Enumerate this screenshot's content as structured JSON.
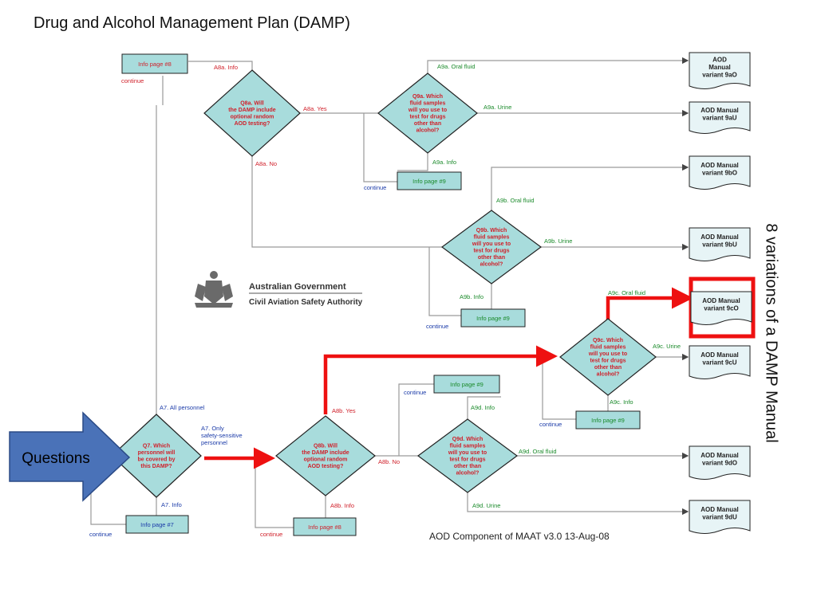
{
  "slide": {
    "title": "Drug and Alcohol Management Plan (DAMP)",
    "side_label": "8 variations of a DAMP Manual",
    "questions_label": "Questions",
    "footer": "AOD Component of MAAT v3.0 13-Aug-08"
  },
  "logo": {
    "line1": "Australian Government",
    "line2": "Civil Aviation Safety Authority"
  },
  "colors": {
    "node_fill": "#a8dcdc",
    "manual_fill": "#e7f4f6",
    "flow_line": "#9a9a9a",
    "label_red": "#d0202a",
    "label_green": "#1a8a2a",
    "label_blue": "#1a3aa8",
    "highlight_red": "#ee1111",
    "arrow_blue": "#4a72b8"
  },
  "questions": {
    "q7": [
      "Q7. Which",
      "personnel will",
      "be covered by",
      "this DAMP?"
    ],
    "q8a": [
      "Q8a. Will",
      "the DAMP include",
      "optional random",
      "AOD testing?"
    ],
    "q8b": [
      "Q8b. Will",
      "the DAMP include",
      "optional random",
      "AOD testing?"
    ],
    "q9a": [
      "Q9a. Which",
      "fluid samples",
      "will you use to",
      "test for drugs",
      "other than",
      "alcohol?"
    ],
    "q9b": [
      "Q9b. Which",
      "fluid samples",
      "will you use to",
      "test for drugs",
      "other than",
      "alcohol?"
    ],
    "q9c": [
      "Q9c. Which",
      "fluid samples",
      "will you use to",
      "test for drugs",
      "other than",
      "alcohol?"
    ],
    "q9d": [
      "Q9d. Which",
      "fluid samples",
      "will you use to",
      "test for drugs",
      "other than",
      "alcohol?"
    ]
  },
  "info_pages": {
    "info8_top": "Info page #8",
    "info9_a": "Info page #9",
    "info9_b": "Info page #9",
    "info9_d": "Info page #9",
    "info9_c": "Info page #9",
    "info7": "Info page #7",
    "info8_bottom": "Info page #8"
  },
  "manuals": {
    "m9aO": [
      "AOD",
      "Manual",
      "variant 9aO"
    ],
    "m9aU": [
      "AOD Manual",
      "variant 9aU"
    ],
    "m9bO": [
      "AOD Manual",
      "variant 9bO"
    ],
    "m9bU": [
      "AOD Manual",
      "variant 9bU"
    ],
    "m9cO": [
      "AOD Manual",
      "variant 9cO"
    ],
    "m9cU": [
      "AOD Manual",
      "variant 9cU"
    ],
    "m9dO": [
      "AOD Manual",
      "variant 9dO"
    ],
    "m9dU": [
      "AOD Manual",
      "variant 9dU"
    ]
  },
  "answers": {
    "a8a_info": "A8a. Info",
    "a8a_yes": "A8a. Yes",
    "a8a_no": "A8a. No",
    "a9a_oral": "A9a. Oral fluid",
    "a9a_urine": "A9a. Urine",
    "a9a_info": "A9a. Info",
    "a9b_oral": "A9b. Oral fluid",
    "a9b_urine": "A9b. Urine",
    "a9b_info": "A9b. Info",
    "a9c_oral": "A9c. Oral fluid",
    "a9c_urine": "A9c. Urine",
    "a9c_info": "A9c. Info",
    "a9d_info": "A9d. Info",
    "a9d_oral": "A9d. Oral fluid",
    "a9d_urine": "A9d. Urine",
    "a8b_yes": "A8b. Yes",
    "a8b_no": "A8b. No",
    "a8b_info": "A8b. Info",
    "a7_all": "A7. All personnel",
    "a7_only": [
      "A7. Only",
      "safety-sensitive",
      "personnel"
    ],
    "a7_info": "A7. Info",
    "continue": "continue"
  }
}
